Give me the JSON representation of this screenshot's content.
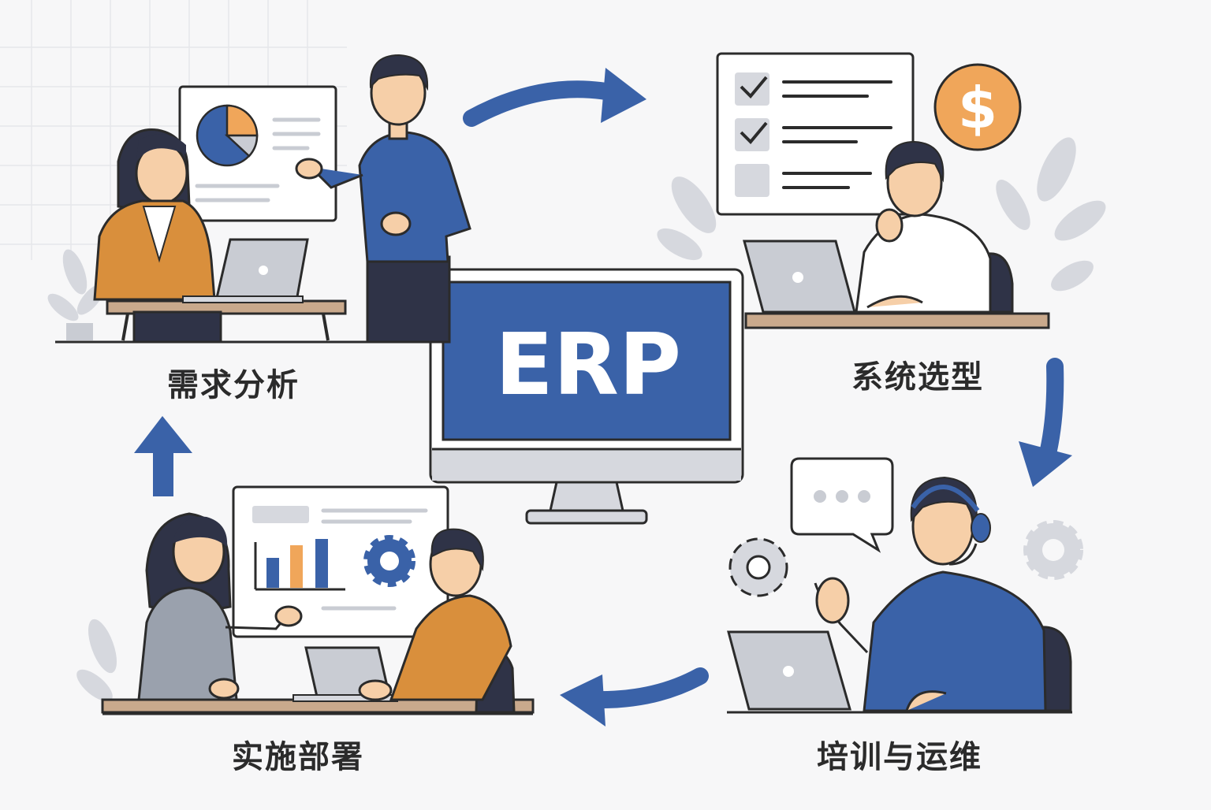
{
  "center": {
    "title": "ERP"
  },
  "steps": [
    {
      "label": "需求分析"
    },
    {
      "label": "系统选型"
    },
    {
      "label": "培训与运维"
    },
    {
      "label": "实施部署"
    }
  ],
  "icons": {
    "currency": "dollar-coin-icon",
    "chat": "speech-bubble-icon",
    "settings": "gear-icon"
  },
  "colors": {
    "primary_blue": "#3a62a8",
    "accent_orange": "#f0a65a",
    "outline": "#2b2b2b",
    "background": "#f7f7f8"
  }
}
